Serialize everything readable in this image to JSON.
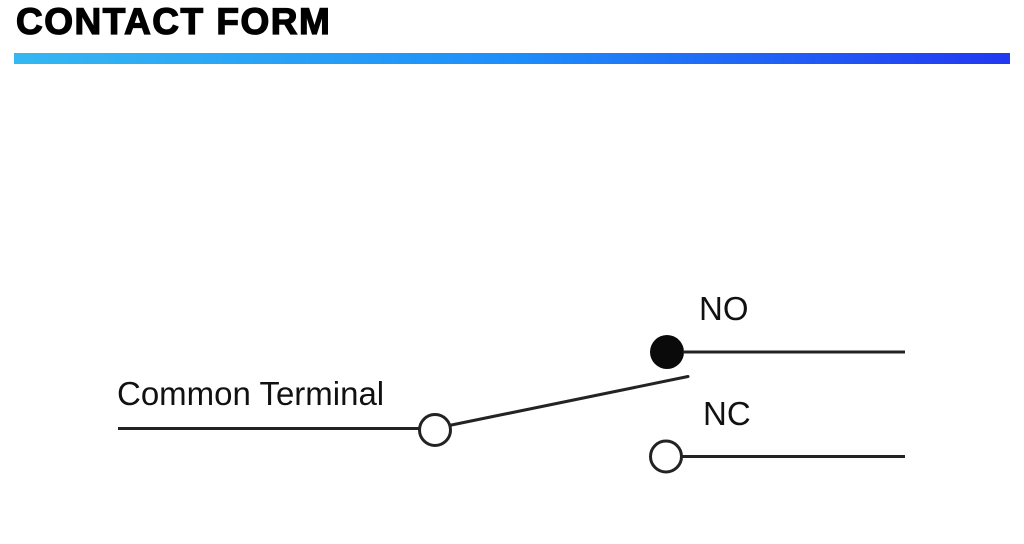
{
  "header": {
    "title": "CONTACT FORM",
    "bar_colors": [
      "#35B7F1",
      "#1E8EFA",
      "#2238F2"
    ]
  },
  "diagram": {
    "common_label": "Common Terminal",
    "no_label": "NO",
    "nc_label": "NC",
    "stroke_color": "#232323",
    "contact_fill_color": "#0a0a0a"
  }
}
